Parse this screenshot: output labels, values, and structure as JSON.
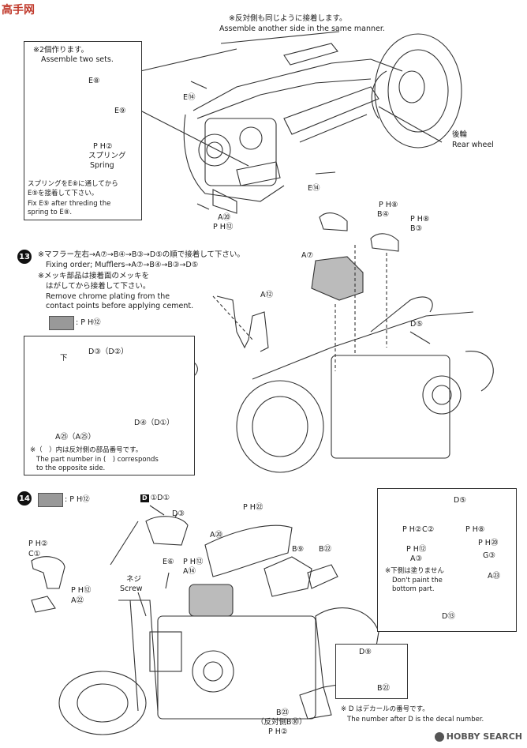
{
  "watermark": {
    "logo": "高手网"
  },
  "top": {
    "note_jp": "※反対側も同じように接着します。",
    "note_en": "Assemble another side in the same manner.",
    "inset": {
      "note_jp": "※2個作ります。",
      "note_en": "Assemble two sets.",
      "label_e8": "E⑧",
      "label_e9": "E⑨",
      "label_ph2": "P H②",
      "spring_jp": "スプリング",
      "spring_en": "Spring",
      "instr_jp_1": "スプリングをE⑧に通してから",
      "instr_jp_2": "E⑨を接着して下さい。",
      "instr_en_1": "Fix E⑨ after threding the",
      "instr_en_2": "spring to E⑧."
    },
    "label_e14_left": "E⑭",
    "label_e14_bottom": "E⑭",
    "label_a20": "A⑳",
    "label_ph12": "P H⑫",
    "rear_wheel_jp": "後輪",
    "rear_wheel_en": "Rear wheel"
  },
  "step13": {
    "number": "13",
    "order_jp": "※マフラー左右→A⑦→B④→B③→D⑤の順で接着して下さい。",
    "order_en": "Fixing order; Mufflers→A⑦→B④→B③→D⑤",
    "chrome_jp_1": "※メッキ部品は接着面のメッキを",
    "chrome_jp_2": "はがしてから接着して下さい。",
    "chrome_en_1": "Remove chrome plating from the",
    "chrome_en_2": "contact points before applying cement.",
    "swatch_label": ": P H⑫",
    "ph8_a": "P H⑧",
    "b4": "B④",
    "ph8_b": "P H⑧",
    "b3": "B③",
    "a7": "A⑦",
    "a12": "A⑫",
    "d5": "D⑤",
    "inset": {
      "shita": "下",
      "d3": "D③（D②）",
      "d4": "D④（D①）",
      "a25": "A㉕（A㉕）",
      "note_jp": "※（　）内は反対側の部品番号です。",
      "note_en_1": "The part number in (　) corresponds",
      "note_en_2": "to the opposite side."
    }
  },
  "step14": {
    "number": "14",
    "swatch_label": ": P H⑫",
    "d1": "D①",
    "d3": "D③",
    "ph2_a": "P H②",
    "c1": "C①",
    "ph12_a": "P H⑫",
    "a22_a": "A㉒",
    "e6": "E⑥",
    "ph12_b": "P H⑫",
    "a14": "A⑭",
    "neji_jp": "ネジ",
    "neji_en": "Screw",
    "ph22": "P H㉒",
    "a20": "A⑳",
    "b9": "B⑨",
    "b22": "B㉒",
    "b23": "B㉓",
    "b30_jp": "（反対側B㉚）",
    "ph2_bottom": "P H②",
    "right_inset": {
      "d5": "D⑤",
      "ph2": "P H②",
      "c2": "C②",
      "ph8": "P H⑧",
      "ph12": "P H⑫",
      "ph20": "P H⑳",
      "a3": "A③",
      "g3": "G③",
      "paint_jp": "※下側は塗りません",
      "paint_en_1": "Don't paint the",
      "paint_en_2": "bottom part.",
      "a23": "A㉓",
      "d13": "D⑬"
    },
    "decal_inset": {
      "d9": "D⑨",
      "b22": "B㉒"
    },
    "decal_note_jp": "※ D はデカールの番号です。",
    "decal_note_en": "The number after D is the decal number."
  },
  "footer": {
    "brand": "HOBBY SEARCH"
  }
}
